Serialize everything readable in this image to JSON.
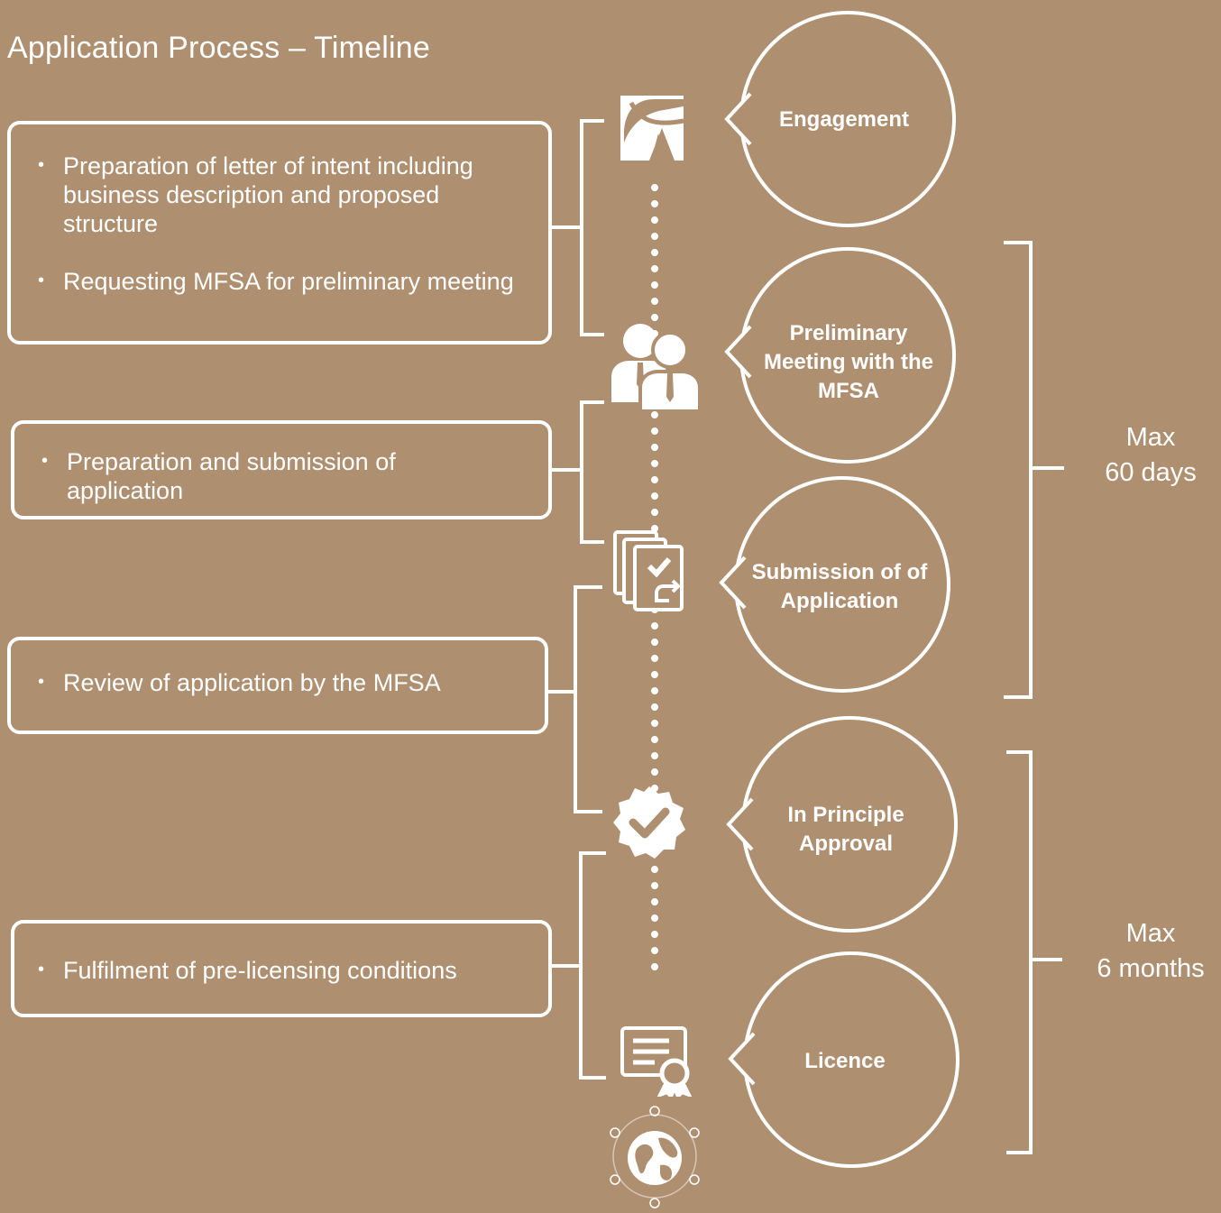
{
  "title": "Application Process – Timeline",
  "tasks": [
    {
      "bullets": [
        "Preparation of letter of intent including business description and proposed structure",
        "Requesting MFSA for preliminary meeting"
      ]
    },
    {
      "bullets": [
        "Preparation and submission of application"
      ]
    },
    {
      "bullets": [
        "Review of application by the MFSA"
      ]
    },
    {
      "bullets": [
        "Fulfilment of pre-licensing conditions"
      ]
    }
  ],
  "stages": [
    {
      "label": "Engagement",
      "icon": "logo-icon"
    },
    {
      "label": "Preliminary Meeting with the MFSA",
      "icon": "people-icon"
    },
    {
      "label": "Submission of of Application",
      "icon": "documents-icon"
    },
    {
      "label": "In Principle Approval",
      "icon": "check-badge-icon"
    },
    {
      "label": "Licence",
      "icon": "certificate-icon"
    }
  ],
  "durations": [
    {
      "line1": "Max",
      "line2": "60 days"
    },
    {
      "line1": "Max",
      "line2": "6 months"
    }
  ],
  "colors": {
    "background": "#AE8F70",
    "foreground": "#FFFFFF"
  }
}
